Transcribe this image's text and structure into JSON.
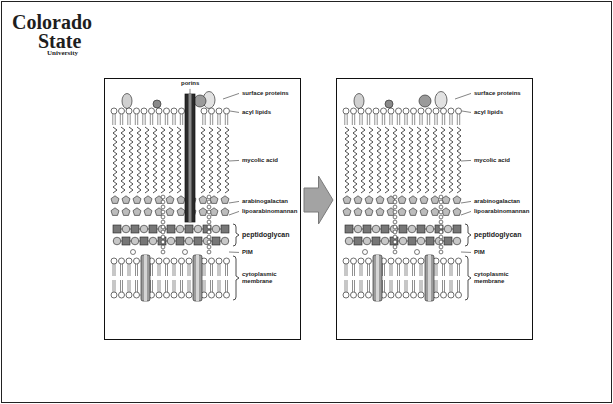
{
  "diagram": {
    "nodes": [
      {
        "text": [
          "porins",
          "surface proteins",
          "acyl lipids",
          "mycolic acid",
          "arabinogalactan",
          "lipoarabinomannan",
          "peptidoglycan",
          "PIM",
          "cytoplasmic membrane"
        ]
      },
      {
        "text": [
          "surface proteins",
          "acyl lipids",
          "mycolic acid",
          "arabinogalactan",
          "lipoarabinomannan",
          "peptidoglycan",
          "PIM",
          "cytoplasmic membrane"
        ]
      }
    ],
    "edges": [
      {
        "from": 0,
        "to": 1,
        "arrow": "to"
      }
    ],
    "labels": [
      "Colorado",
      "State",
      "University"
    ]
  }
}
